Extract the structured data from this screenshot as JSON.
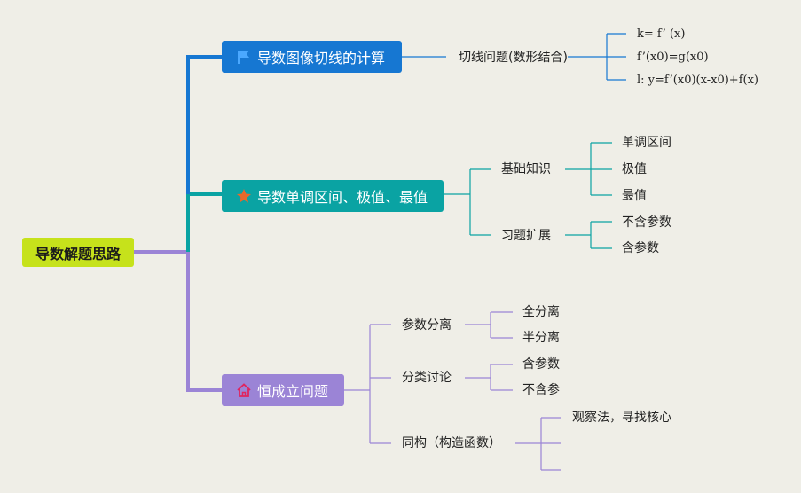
{
  "root": {
    "label": "导数解题思路"
  },
  "branches": [
    {
      "label": "导数图像切线的计算",
      "icon": "flag-icon",
      "color": "#1677d2",
      "children": [
        {
          "label": "切线问题(数形结合)",
          "children": [
            "k= f’ (x)",
            "f’(x0)=g(x0)",
            "l: y=f’(x0)(x-x0)+f(x)"
          ]
        }
      ]
    },
    {
      "label": "导数单调区间、极值、最值",
      "icon": "star-icon",
      "color": "#0aa3a3",
      "children": [
        {
          "label": "基础知识",
          "children": [
            "单调区间",
            "极值",
            "最值"
          ]
        },
        {
          "label": "习题扩展",
          "children": [
            "不含参数",
            "含参数"
          ]
        }
      ]
    },
    {
      "label": "恒成立问题",
      "icon": "home-icon",
      "color": "#9b84d6",
      "children": [
        {
          "label": "参数分离",
          "children": [
            "全分离",
            "半分离"
          ]
        },
        {
          "label": "分类讨论",
          "children": [
            "含参数",
            "不含参"
          ]
        },
        {
          "label": "同构（构造函数）",
          "children": [
            "观察法，寻找核心",
            "",
            ""
          ]
        }
      ]
    }
  ],
  "root_color": "#c6e21b"
}
